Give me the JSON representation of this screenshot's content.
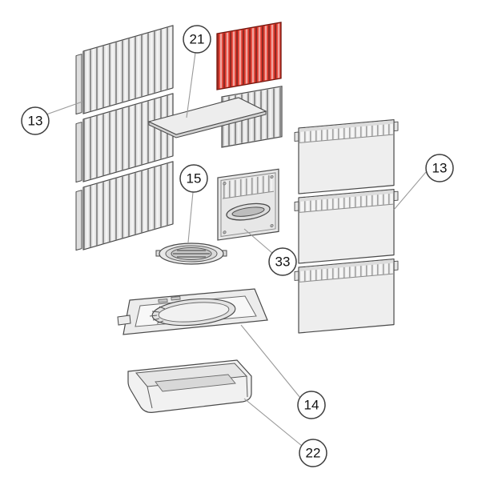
{
  "diagram": {
    "callouts": [
      {
        "id": "left-side-liner",
        "label": "13"
      },
      {
        "id": "baffle-plate",
        "label": "21"
      },
      {
        "id": "round-grate",
        "label": "15"
      },
      {
        "id": "inner-door-panel",
        "label": "33"
      },
      {
        "id": "right-side-liner",
        "label": "13"
      },
      {
        "id": "base-frame",
        "label": "14"
      },
      {
        "id": "ash-pan",
        "label": "22"
      }
    ],
    "colors": {
      "highlight": "#e1372a",
      "part_fill": "#e9e9e9",
      "outline": "#4a4a4a",
      "leader_line": "#9a9a9a",
      "callout_ring": "#3d3d3d",
      "background": "#ffffff"
    }
  }
}
